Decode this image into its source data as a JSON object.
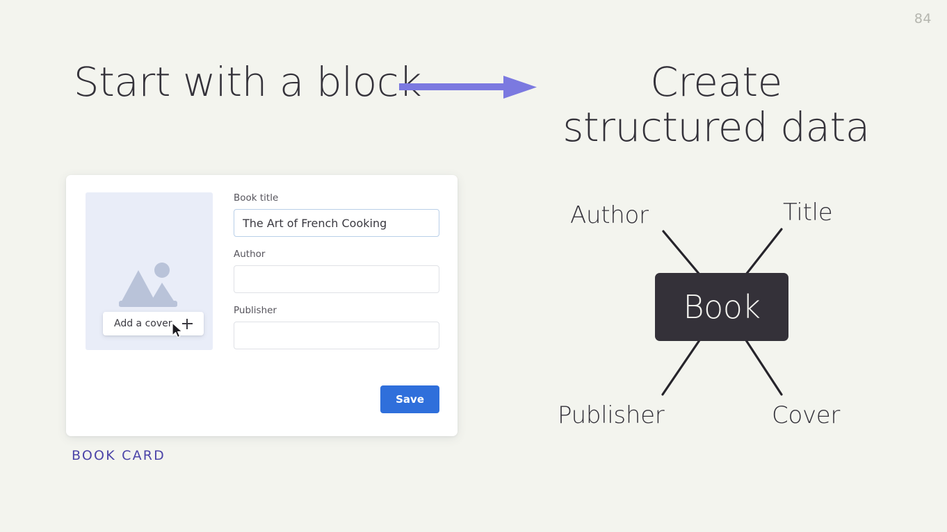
{
  "slide": {
    "page_number": "84",
    "background_color": "#f3f4ee",
    "accent_purple": "#7b79e0",
    "caption_color": "#4b44a8",
    "primary_button_color": "#2f6fdb",
    "node_color": "#343139"
  },
  "headings": {
    "left": "Start with a block",
    "right": "Create structured data"
  },
  "arrow": {
    "icon": "arrow-right-icon",
    "color": "#7b79e0"
  },
  "book_card": {
    "caption": "BOOK CARD",
    "cover": {
      "icon": "image-placeholder-icon",
      "add_cover_label": "Add a cover",
      "add_cover_plus_icon": "plus-icon"
    },
    "cursor_icon": "mouse-pointer-icon",
    "fields": [
      {
        "label": "Book title",
        "value": "The Art of French Cooking",
        "placeholder": "",
        "focused": true,
        "name": "book-title"
      },
      {
        "label": "Author",
        "value": "",
        "placeholder": "",
        "focused": false,
        "name": "author"
      },
      {
        "label": "Publisher",
        "value": "",
        "placeholder": "",
        "focused": false,
        "name": "publisher"
      }
    ],
    "save_label": "Save"
  },
  "diagram": {
    "center_node": "Book",
    "nodes": [
      {
        "label": "Author",
        "position": "top-left"
      },
      {
        "label": "Title",
        "position": "top-right"
      },
      {
        "label": "Publisher",
        "position": "bottom-left"
      },
      {
        "label": "Cover",
        "position": "bottom-right"
      }
    ]
  }
}
